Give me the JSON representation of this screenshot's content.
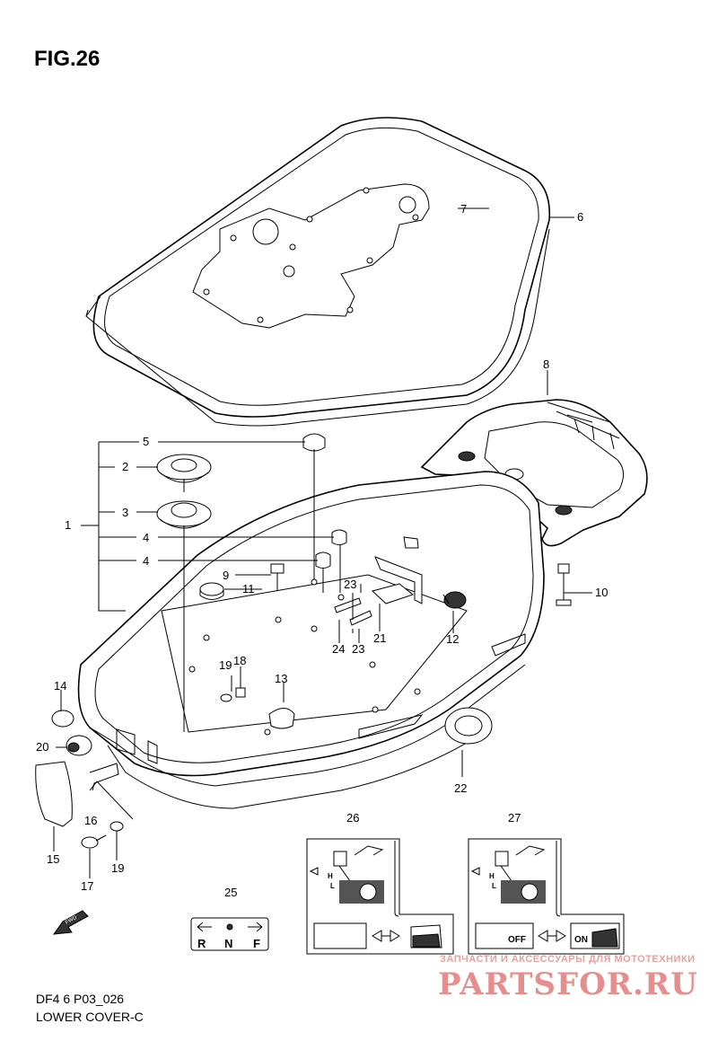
{
  "figure": {
    "title": "FIG.26"
  },
  "callouts": [
    {
      "id": "1",
      "text": "1"
    },
    {
      "id": "2",
      "text": "2"
    },
    {
      "id": "3",
      "text": "3"
    },
    {
      "id": "4a",
      "text": "4"
    },
    {
      "id": "4b",
      "text": "4"
    },
    {
      "id": "5",
      "text": "5"
    },
    {
      "id": "6",
      "text": "6"
    },
    {
      "id": "7",
      "text": "7"
    },
    {
      "id": "8",
      "text": "8"
    },
    {
      "id": "9",
      "text": "9"
    },
    {
      "id": "10",
      "text": "10"
    },
    {
      "id": "11",
      "text": "11"
    },
    {
      "id": "12",
      "text": "12"
    },
    {
      "id": "13",
      "text": "13"
    },
    {
      "id": "14",
      "text": "14"
    },
    {
      "id": "15",
      "text": "15"
    },
    {
      "id": "16",
      "text": "16"
    },
    {
      "id": "17",
      "text": "17"
    },
    {
      "id": "18",
      "text": "18"
    },
    {
      "id": "19a",
      "text": "19"
    },
    {
      "id": "19b",
      "text": "19"
    },
    {
      "id": "20",
      "text": "20"
    },
    {
      "id": "21",
      "text": "21"
    },
    {
      "id": "22",
      "text": "22"
    },
    {
      "id": "23a",
      "text": "23"
    },
    {
      "id": "23b",
      "text": "23"
    },
    {
      "id": "24",
      "text": "24"
    },
    {
      "id": "25",
      "text": "25"
    },
    {
      "id": "26",
      "text": "26"
    },
    {
      "id": "27",
      "text": "27"
    }
  ],
  "labels": {
    "shift_label": {
      "r": "R",
      "n": "N",
      "f": "F"
    },
    "oil_label_26": {
      "h": "H",
      "l": "L"
    },
    "oil_label_27": {
      "h": "H",
      "l": "L",
      "off": "OFF",
      "on": "ON"
    },
    "fwd_arrow": "FWD"
  },
  "footer": {
    "code": "DF4 6 P03_026",
    "name": "LOWER COVER-C"
  },
  "watermark": {
    "subtitle": "ЗАПЧАСТИ И АКСЕССУАРЫ ДЛЯ МОТОТЕХНИКИ",
    "brand": "PARTSFOR.RU"
  }
}
